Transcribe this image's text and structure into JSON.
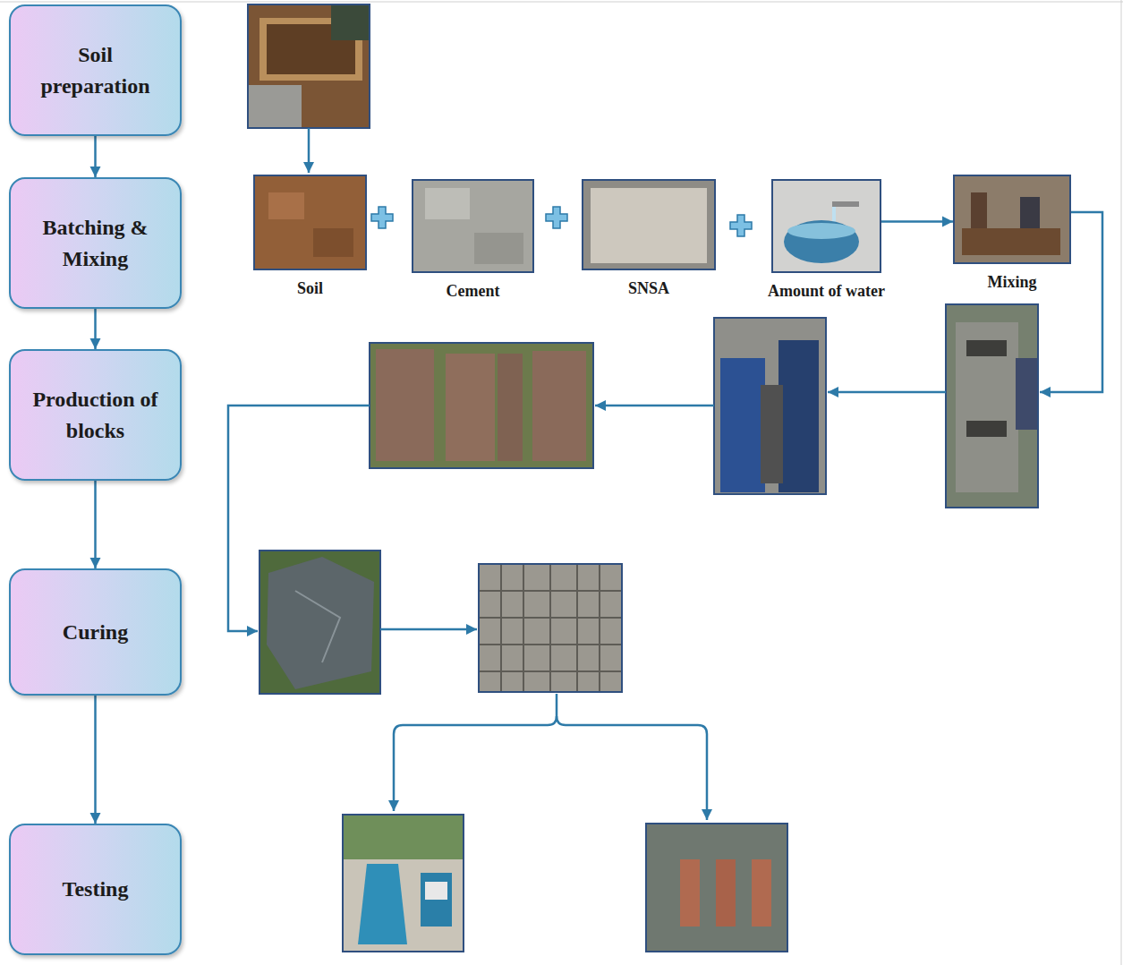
{
  "diagram": {
    "nodes": [
      {
        "text": [
          "Soil preparation"
        ]
      },
      {
        "text": [
          "Batching & Mixing"
        ]
      },
      {
        "text": [
          "Production of blocks"
        ]
      },
      {
        "text": [
          "Curing"
        ]
      },
      {
        "text": [
          "Testing"
        ]
      },
      {
        "text": [
          "Soil"
        ]
      },
      {
        "text": [
          "Cement"
        ]
      },
      {
        "text": [
          "SNSA"
        ]
      },
      {
        "text": [
          "Amount of water"
        ]
      },
      {
        "text": [
          "Mixing"
        ]
      }
    ],
    "edges": [
      {
        "from": 0,
        "to": 1,
        "arrow": "to"
      },
      {
        "from": 1,
        "to": 2,
        "arrow": "to"
      },
      {
        "from": 2,
        "to": 3,
        "arrow": "to"
      },
      {
        "from": 3,
        "to": 4,
        "arrow": "to"
      },
      {
        "from": 8,
        "to": 9,
        "arrow": "to"
      }
    ]
  }
}
